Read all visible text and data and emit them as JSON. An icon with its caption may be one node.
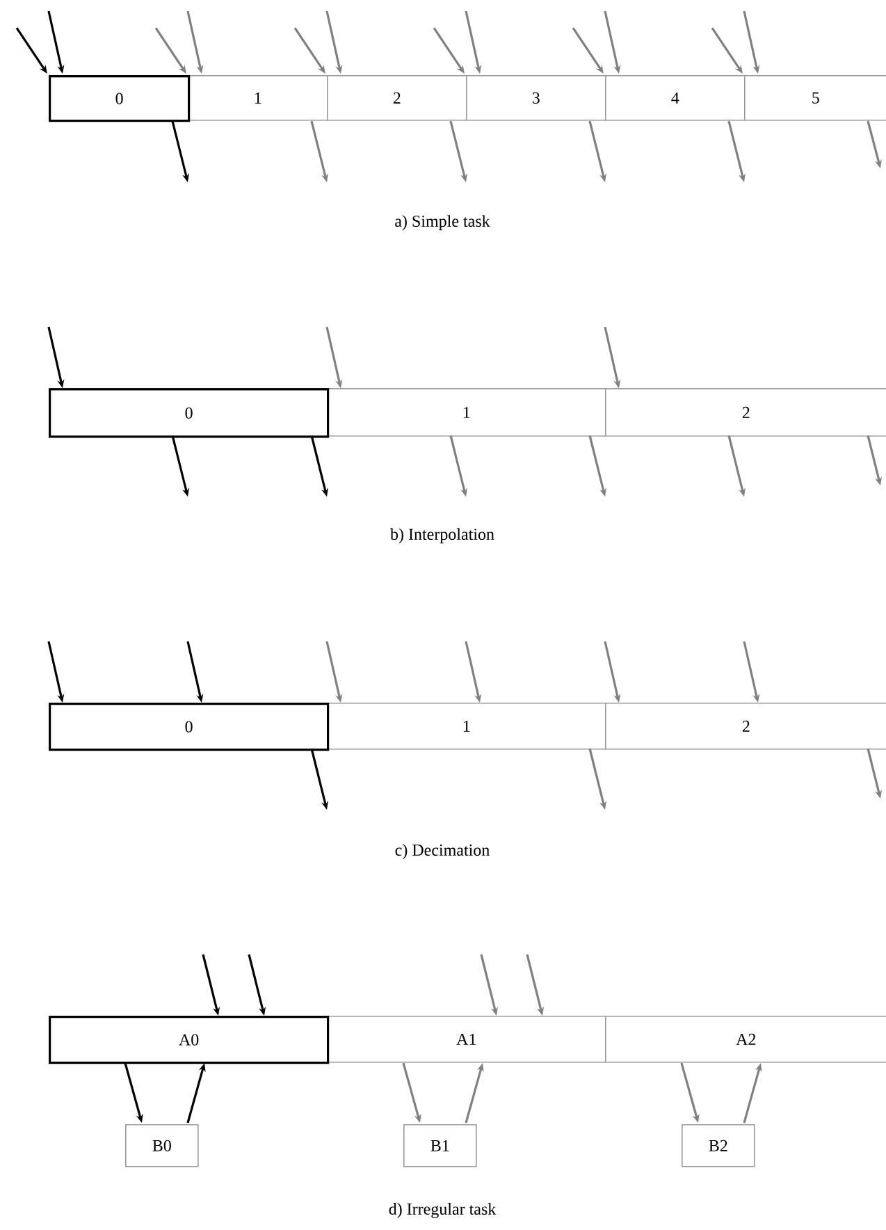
{
  "diagram": {
    "nodes": [
      {
        "text": [
          "0"
        ]
      },
      {
        "text": [
          "1"
        ]
      },
      {
        "text": [
          "2"
        ]
      },
      {
        "text": [
          "3"
        ]
      },
      {
        "text": [
          "4"
        ]
      },
      {
        "text": [
          "5"
        ]
      },
      {
        "text": [
          "0"
        ]
      },
      {
        "text": [
          "1"
        ]
      },
      {
        "text": [
          "2"
        ]
      },
      {
        "text": [
          "0"
        ]
      },
      {
        "text": [
          "1"
        ]
      },
      {
        "text": [
          "2"
        ]
      },
      {
        "text": [
          "A0"
        ]
      },
      {
        "text": [
          "A1"
        ]
      },
      {
        "text": [
          "A2"
        ]
      },
      {
        "text": [
          "B0"
        ]
      },
      {
        "text": [
          "B1"
        ]
      },
      {
        "text": [
          "B2"
        ]
      }
    ],
    "edges": [
      {
        "from": null,
        "to": 0,
        "arrow": "to",
        "color": "#000000"
      },
      {
        "from": null,
        "to": 0,
        "arrow": "to",
        "color": "#000000"
      },
      {
        "from": 0,
        "to": null,
        "arrow": "to",
        "color": "#000000"
      },
      {
        "from": null,
        "to": 1,
        "arrow": "to"
      },
      {
        "from": null,
        "to": 1,
        "arrow": "to"
      },
      {
        "from": 1,
        "to": null,
        "arrow": "to"
      },
      {
        "from": null,
        "to": 2,
        "arrow": "to"
      },
      {
        "from": null,
        "to": 2,
        "arrow": "to"
      },
      {
        "from": 2,
        "to": null,
        "arrow": "to"
      },
      {
        "from": null,
        "to": 3,
        "arrow": "to"
      },
      {
        "from": null,
        "to": 3,
        "arrow": "to"
      },
      {
        "from": 3,
        "to": null,
        "arrow": "to"
      },
      {
        "from": null,
        "to": 4,
        "arrow": "to"
      },
      {
        "from": null,
        "to": 4,
        "arrow": "to"
      },
      {
        "from": 4,
        "to": null,
        "arrow": "to"
      },
      {
        "from": null,
        "to": 5,
        "arrow": "to"
      },
      {
        "from": null,
        "to": 5,
        "arrow": "to"
      },
      {
        "from": 5,
        "to": null,
        "arrow": "to"
      },
      {
        "from": null,
        "to": 6,
        "arrow": "to",
        "color": "#000000"
      },
      {
        "from": 6,
        "to": null,
        "arrow": "to",
        "color": "#000000"
      },
      {
        "from": 6,
        "to": null,
        "arrow": "to",
        "color": "#000000"
      },
      {
        "from": null,
        "to": 7,
        "arrow": "to"
      },
      {
        "from": 7,
        "to": null,
        "arrow": "to"
      },
      {
        "from": 7,
        "to": null,
        "arrow": "to"
      },
      {
        "from": null,
        "to": 8,
        "arrow": "to"
      },
      {
        "from": 8,
        "to": null,
        "arrow": "to"
      },
      {
        "from": 8,
        "to": null,
        "arrow": "to"
      },
      {
        "from": null,
        "to": 9,
        "arrow": "to",
        "color": "#000000"
      },
      {
        "from": null,
        "to": 9,
        "arrow": "to",
        "color": "#000000"
      },
      {
        "from": 9,
        "to": null,
        "arrow": "to",
        "color": "#000000"
      },
      {
        "from": null,
        "to": 10,
        "arrow": "to"
      },
      {
        "from": null,
        "to": 10,
        "arrow": "to"
      },
      {
        "from": 10,
        "to": null,
        "arrow": "to"
      },
      {
        "from": null,
        "to": 11,
        "arrow": "to"
      },
      {
        "from": null,
        "to": 11,
        "arrow": "to"
      },
      {
        "from": 11,
        "to": null,
        "arrow": "to"
      },
      {
        "from": null,
        "to": 12,
        "arrow": "to",
        "color": "#000000"
      },
      {
        "from": null,
        "to": 12,
        "arrow": "to",
        "color": "#000000"
      },
      {
        "from": 12,
        "to": 15,
        "arrow": "to",
        "color": "#000000"
      },
      {
        "from": 15,
        "to": 12,
        "arrow": "to",
        "color": "#000000"
      },
      {
        "from": null,
        "to": 13,
        "arrow": "to"
      },
      {
        "from": null,
        "to": 13,
        "arrow": "to"
      },
      {
        "from": 13,
        "to": 16,
        "arrow": "to"
      },
      {
        "from": 16,
        "to": 13,
        "arrow": "to"
      },
      {
        "from": 14,
        "to": 17,
        "arrow": "to"
      },
      {
        "from": 17,
        "to": 14,
        "arrow": "to"
      }
    ],
    "labels": [
      "a) Simple task",
      "b) Interpolation",
      "c) Decimation",
      "d) Irregular task"
    ]
  }
}
